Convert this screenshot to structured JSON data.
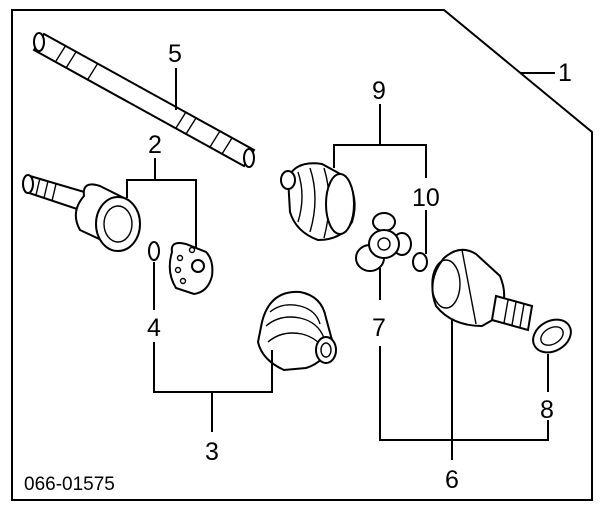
{
  "diagram": {
    "callouts": {
      "c1": "1",
      "c2": "2",
      "c3": "3",
      "c4": "4",
      "c5": "5",
      "c6": "6",
      "c7": "7",
      "c8": "8",
      "c9": "9",
      "c10": "10"
    },
    "part_code": "066-01575"
  }
}
